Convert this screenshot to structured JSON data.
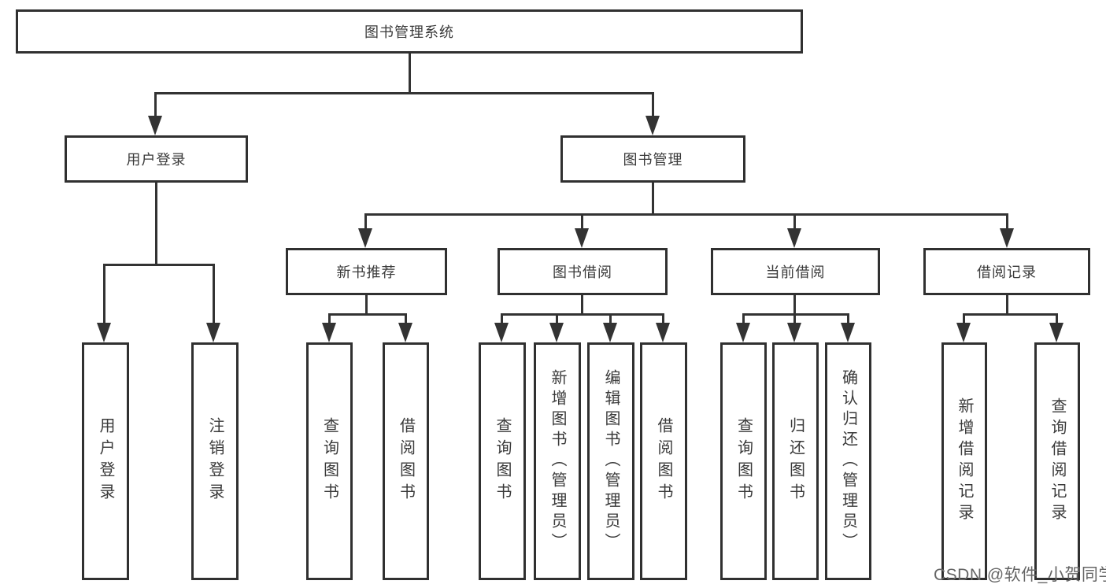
{
  "diagram": {
    "title": "图书管理系统",
    "root": {
      "label": "图书管理系统"
    },
    "level2": [
      {
        "id": "user-login",
        "label": "用户登录"
      },
      {
        "id": "book-management",
        "label": "图书管理"
      }
    ],
    "level3": [
      {
        "id": "new-book-recommend",
        "label": "新书推荐"
      },
      {
        "id": "book-borrowing",
        "label": "图书借阅"
      },
      {
        "id": "current-borrowing",
        "label": "当前借阅"
      },
      {
        "id": "borrowing-records",
        "label": "借阅记录"
      }
    ],
    "leaves": {
      "user_login": [
        "用户登录",
        "注销登录"
      ],
      "new_books": [
        "查询图书",
        "借阅图书"
      ],
      "borrow": [
        "查询图书",
        "新增图书（管理员）",
        "编辑图书（管理员）",
        "借阅图书"
      ],
      "current": [
        "查询图书",
        "归还图书",
        "确认归还（管理员）"
      ],
      "records": [
        "新增借阅记录",
        "查询借阅记录"
      ]
    }
  },
  "watermark": "CSDN @软件_小贺同学",
  "colors": {
    "line": "#333333",
    "border": "#303030",
    "text": "#3a3a3a",
    "background": "#ffffff",
    "watermark": "#999999"
  }
}
